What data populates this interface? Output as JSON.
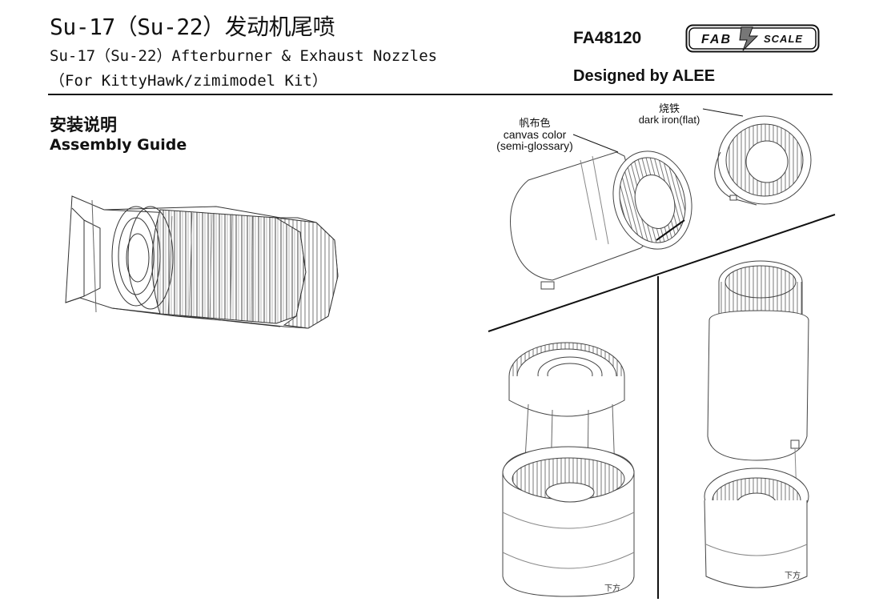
{
  "header": {
    "title_cn": "Su-17（Su-22）发动机尾喷",
    "title_en": "Su-17（Su-22）Afterburner & Exhaust Nozzles",
    "kit_line": "（For KittyHawk/zimimodel Kit）",
    "product_code": "FA48120",
    "designer": "Designed by ALEE",
    "logo": {
      "left_text": "FAB",
      "right_text": "SCALE"
    }
  },
  "section": {
    "title_cn": "安装说明",
    "title_en": "Assembly Guide"
  },
  "paint_notes": [
    {
      "cn": "帆布色",
      "en": "canvas color",
      "finish": "(semi-glossary)"
    },
    {
      "cn": "烧铁",
      "en": "dark iron(flat)"
    }
  ],
  "part_tags": [
    "下方",
    "下方"
  ]
}
